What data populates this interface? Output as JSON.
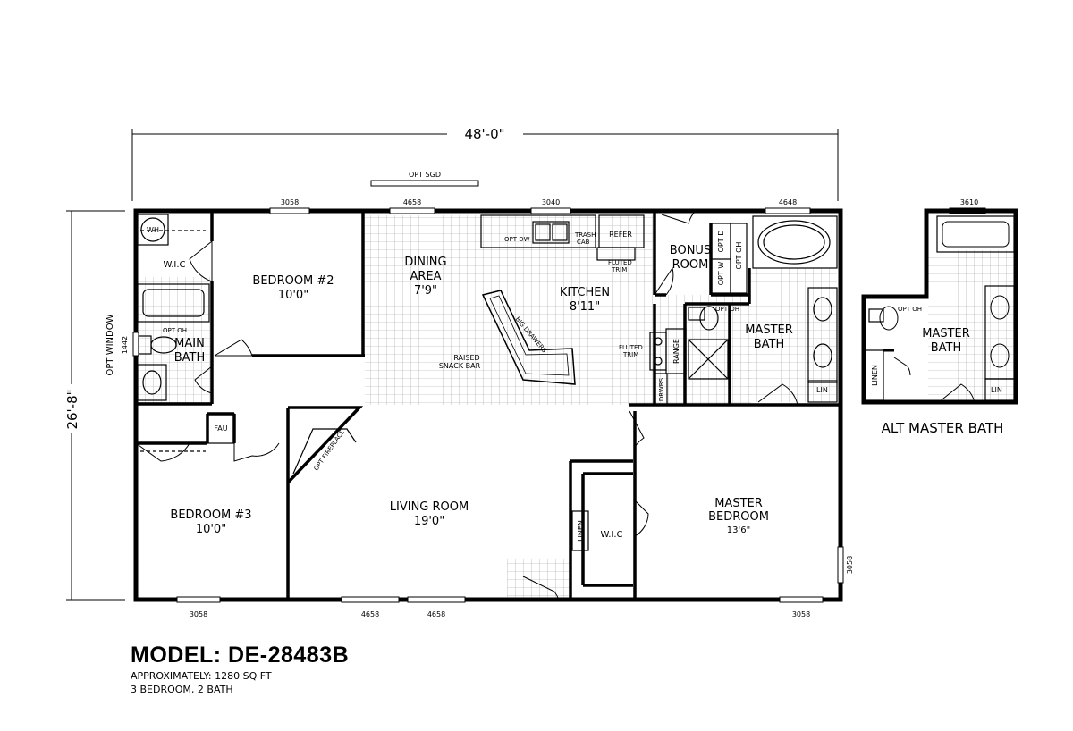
{
  "dimensions": {
    "width": "48'-0\"",
    "depth": "26'-8\""
  },
  "rooms": {
    "bedroom2": {
      "name": "BEDROOM #2",
      "size": "10'0\""
    },
    "bedroom3": {
      "name": "BEDROOM #3",
      "size": "10'0\""
    },
    "dining": {
      "name1": "DINING",
      "name2": "AREA",
      "size": "7'9\""
    },
    "kitchen": {
      "name": "KITCHEN",
      "size": "8'11\""
    },
    "living": {
      "name": "LIVING ROOM",
      "size": "19'0\""
    },
    "master_bedroom": {
      "name1": "MASTER",
      "name2": "BEDROOM",
      "size": "13'6\""
    },
    "master_bath": {
      "name1": "MASTER",
      "name2": "BATH"
    },
    "main_bath": {
      "name1": "MAIN",
      "name2": "BATH"
    },
    "bonus": {
      "name1": "BONUS",
      "name2": "ROOM"
    },
    "alt_master_bath": {
      "name1": "MASTER",
      "name2": "BATH"
    }
  },
  "labels": {
    "wh": "WH",
    "wic": "W.I.C",
    "wic2": "W.I.C",
    "fau": "FAU",
    "linen": "LINEN",
    "linen_alt": "LINEN",
    "lin": "LIN",
    "lin_alt": "LIN",
    "opt_oh": "OPT OH",
    "opt_oh_master": "OPT OH",
    "opt_oh_alt": "OPT OH",
    "opt_window": "OPT WINDOW",
    "opt_window_code": "1442",
    "opt_sgd": "OPT SGD",
    "opt_dw": "OPT DW",
    "trash_cab": "TRASH CAB",
    "trash": "TRASH",
    "cab": "CAB",
    "refer": "REFER",
    "fluted_trim": "FLUTED TRIM",
    "fluted": "FLUTED",
    "trim": "TRIM",
    "range": "RANGE",
    "drwrs": "DRWRS",
    "big_drawers": "BIG DRAWERS",
    "raised": "RAISED",
    "snack_bar": "SNACK BAR",
    "opt_fireplace": "OPT FIREPLACE",
    "opt_d": "OPT D",
    "opt_w": "OPT W",
    "alt_master_bath": "ALT MASTER BATH"
  },
  "windows": {
    "w3058_top": "3058",
    "w4658_top": "4658",
    "w3040": "3040",
    "w4648": "4648",
    "w3610": "3610",
    "w3058_bl": "3058",
    "w4658_b1": "4658",
    "w4658_b2": "4658",
    "w3058_br": "3058",
    "w3058_right": "3058"
  },
  "model": {
    "title": "MODEL:  DE-28483B",
    "area": "APPROXIMATELY: 1280 SQ FT",
    "beds": "3 BEDROOM, 2 BATH"
  }
}
